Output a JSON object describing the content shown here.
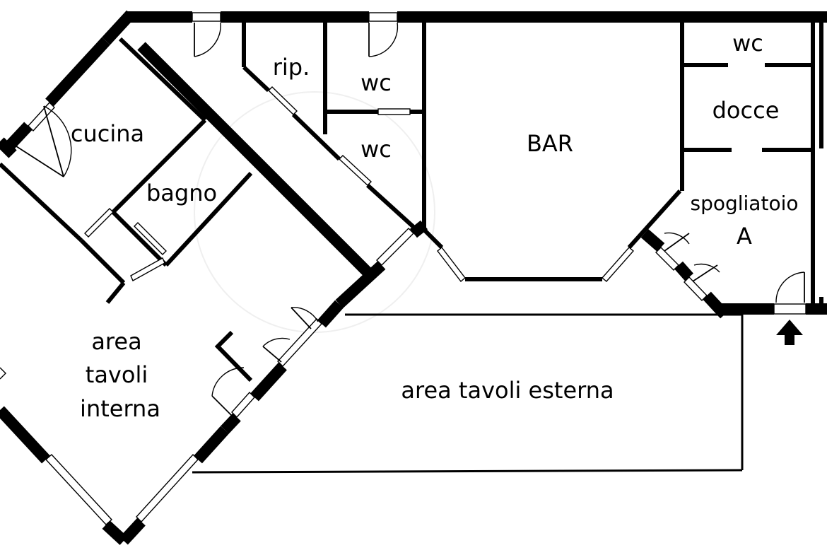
{
  "rooms": {
    "cucina": "cucina",
    "bagno": "bagno",
    "rip": "rip.",
    "wc_1": "wc",
    "wc_2": "wc",
    "wc_3": "wc",
    "bar": "BAR",
    "docce": "docce",
    "spogliatoio": "spogliatoio",
    "spogliatoio_suffix": "A",
    "area_interna_1": "area",
    "area_interna_2": "tavoli",
    "area_interna_3": "interna",
    "area_esterna": "area tavoli esterna"
  },
  "colors": {
    "wall": "#000000",
    "background": "#ffffff"
  },
  "icons": {
    "entrance": "arrow-up-icon"
  }
}
